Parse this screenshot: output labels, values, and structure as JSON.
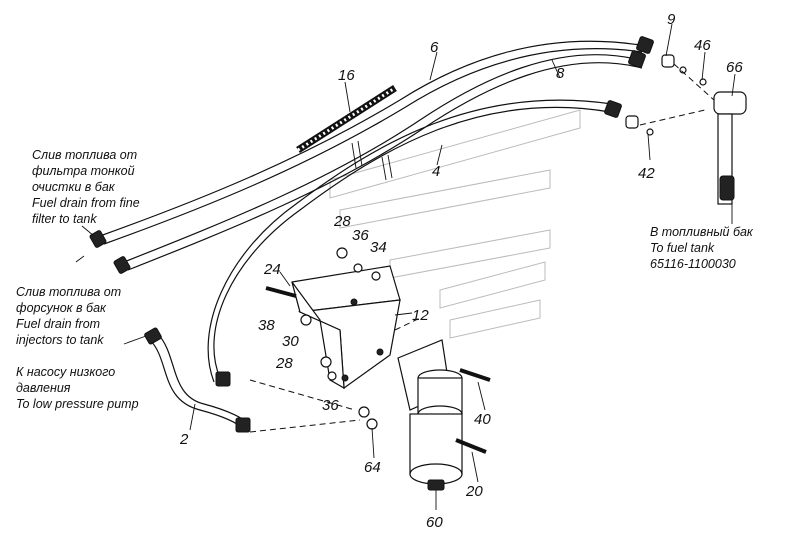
{
  "callouts": {
    "c2": "2",
    "c4": "4",
    "c6": "6",
    "c8": "8",
    "c9": "9",
    "c12": "12",
    "c16": "16",
    "c20": "20",
    "c24": "24",
    "c28a": "28",
    "c28b": "28",
    "c30": "30",
    "c34": "34",
    "c36a": "36",
    "c36b": "36",
    "c38": "38",
    "c40": "40",
    "c42": "42",
    "c46": "46",
    "c60": "60",
    "c64": "64",
    "c66": "66"
  },
  "notes": {
    "fine_filter": [
      "Слив топлива от",
      "фильтра тонкой",
      "очистки в бак",
      "Fuel drain from fine",
      "filter to tank"
    ],
    "injectors": [
      "Слив топлива от",
      "форсунок в бак",
      "Fuel drain from",
      "injectors to tank"
    ],
    "low_pressure": [
      "К насосу низкого",
      "давления",
      "To low pressure pump"
    ],
    "fuel_tank": [
      "В топливный бак",
      "To fuel tank",
      "65116-1100030"
    ]
  }
}
